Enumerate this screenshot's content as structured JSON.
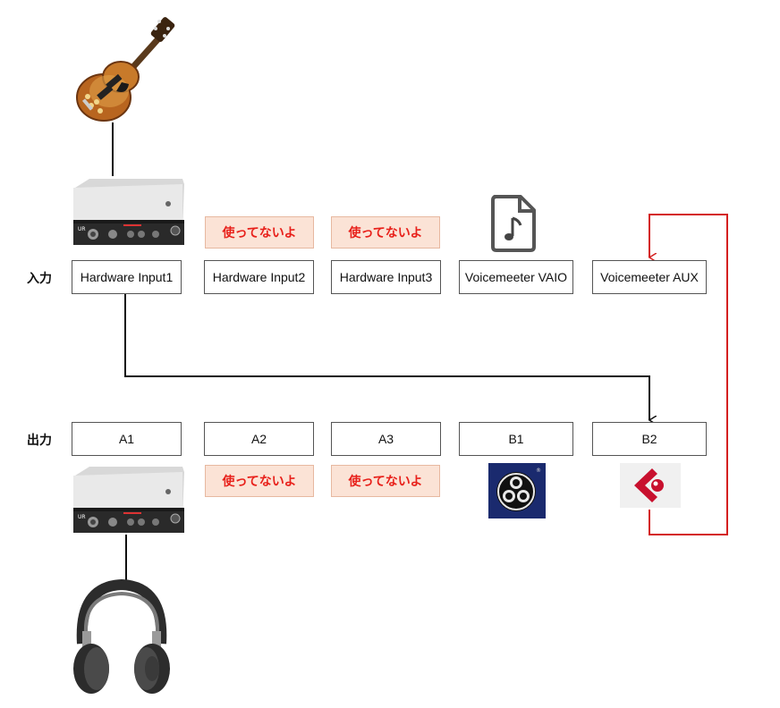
{
  "rows": {
    "input_label": "入力",
    "output_label": "出力"
  },
  "inputs": [
    "Hardware Input1",
    "Hardware Input2",
    "Hardware Input3",
    "Voicemeeter VAIO",
    "Voicemeeter AUX"
  ],
  "outputs": [
    "A1",
    "A2",
    "A3",
    "B1",
    "B2"
  ],
  "unused_label": "使ってないよ",
  "icons": {
    "guitar": "guitar-icon",
    "interface": "audio-interface-icon",
    "music_file": "music-file-icon",
    "headphones": "headphones-icon",
    "obs": "obs-logo-icon",
    "cubase": "cubase-logo-icon"
  },
  "colors": {
    "routing_line": "#111111",
    "loopback_line": "#d42020",
    "unused_bg": "#fbe3d6",
    "unused_text": "#e8201a"
  }
}
